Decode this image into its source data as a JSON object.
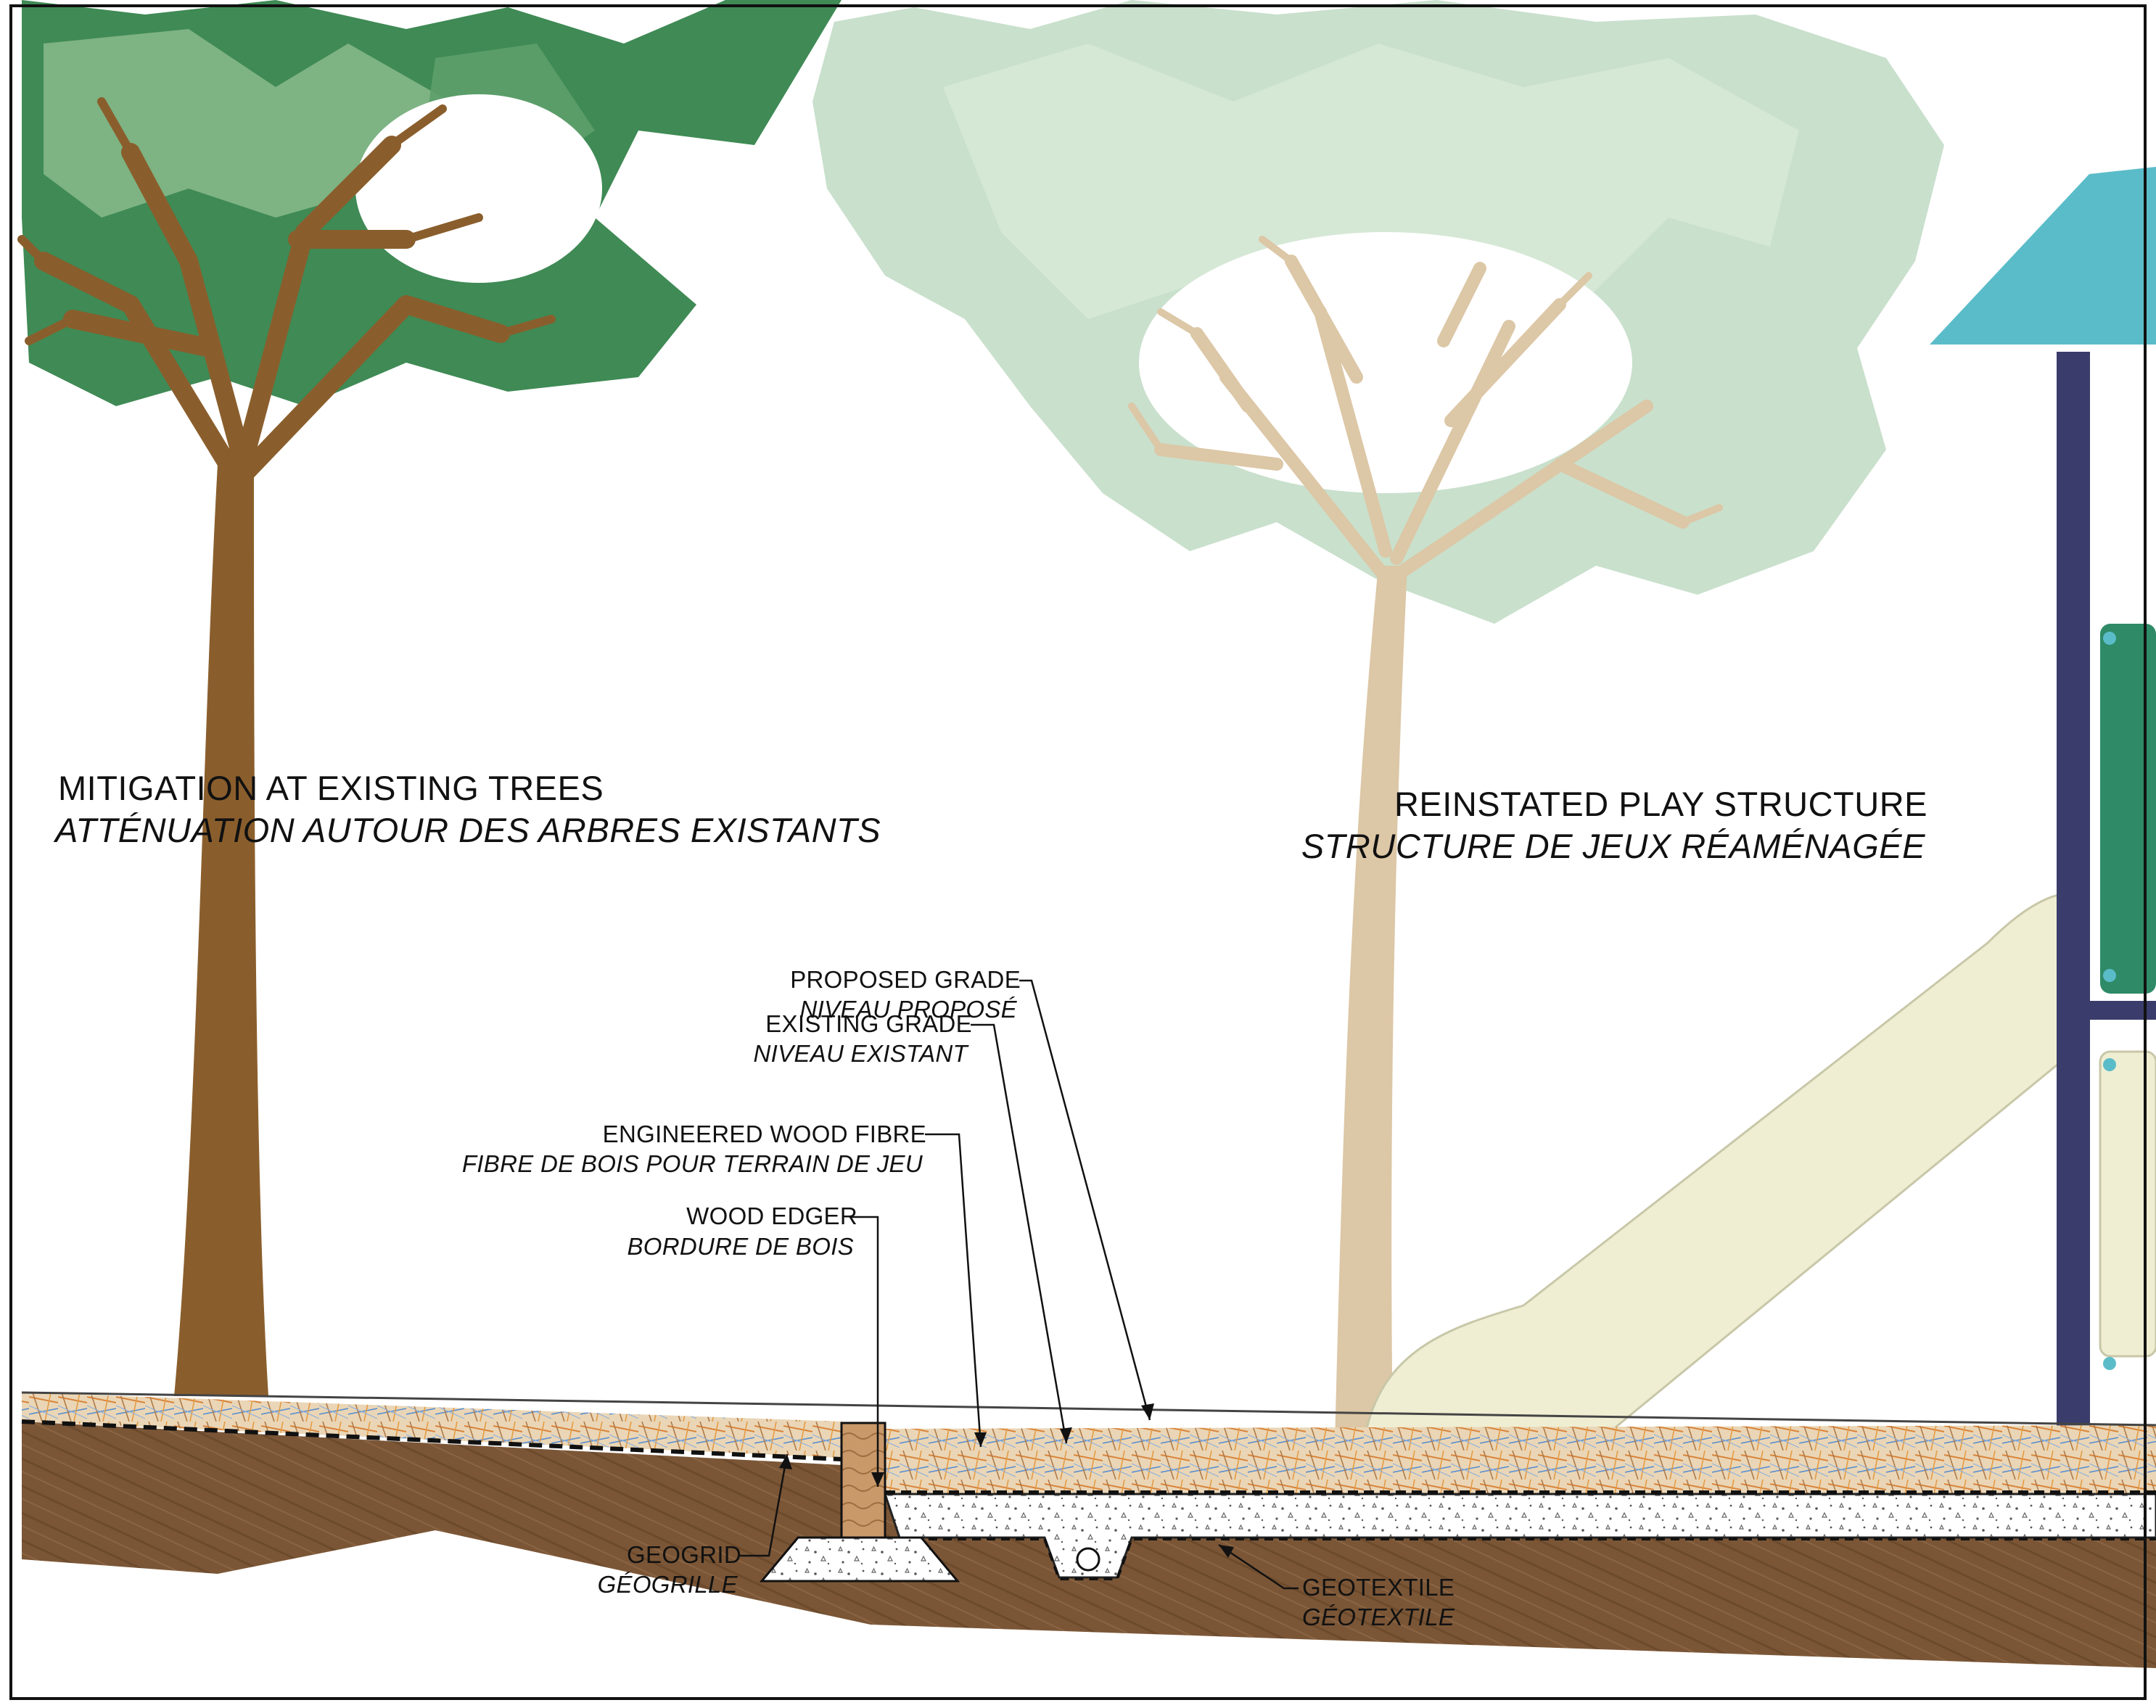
{
  "section_titles": {
    "trees_en": "MITIGATION AT EXISTING TREES",
    "trees_fr": "ATTÉNUATION AUTOUR DES ARBRES EXISTANTS",
    "play_en": "REINSTATED PLAY STRUCTURE",
    "play_fr": "STRUCTURE DE JEUX RÉAMÉNAGÉE"
  },
  "callouts": {
    "proposed_grade_en": "PROPOSED GRADE",
    "proposed_grade_fr": "NIVEAU PROPOSÉ",
    "existing_grade_en": "EXISTING GRADE",
    "existing_grade_fr": "NIVEAU EXISTANT",
    "wood_fibre_en": "ENGINEERED WOOD FIBRE",
    "wood_fibre_fr": "FIBRE DE BOIS POUR TERRAIN DE JEU",
    "wood_edger_en": "WOOD EDGER",
    "wood_edger_fr": "BORDURE DE BOIS",
    "geogrid_en": "GEOGRID",
    "geogrid_fr": "GÉOGRILLE",
    "geotextile_en": "GEOTEXTILE",
    "geotextile_fr": "GÉOTEXTILE"
  },
  "colors": {
    "soil": "#7b5636",
    "tree_trunk": "#8a5e2c",
    "canopy_dark": "#3f8a55",
    "canopy_light": "#b9d8be",
    "faded_trunk": "#dcc7a6",
    "slide": "#efeed3",
    "roof": "#5bbcc9",
    "post": "#3a3c6c",
    "panel": "#2f8a67"
  }
}
